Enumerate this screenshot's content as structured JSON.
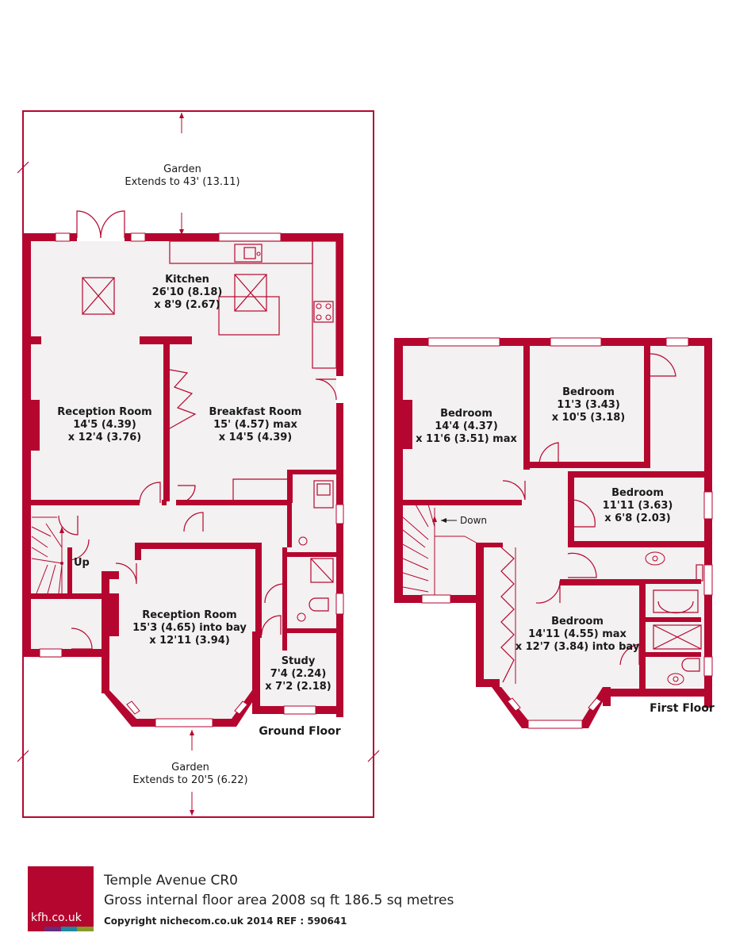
{
  "garden_rear": {
    "title": "Garden",
    "extent": "Extends to 43' (13.11)"
  },
  "garden_front": {
    "title": "Garden",
    "extent": "Extends to 20'5 (6.22)"
  },
  "ground_floor": {
    "label": "Ground Floor",
    "kitchen": {
      "name": "Kitchen",
      "dim1": "26'10 (8.18)",
      "dim2": "x 8'9 (2.67)"
    },
    "reception1": {
      "name": "Reception Room",
      "dim1": "14'5 (4.39)",
      "dim2": "x 12'4 (3.76)"
    },
    "breakfast": {
      "name": "Breakfast Room",
      "dim1": "15' (4.57) max",
      "dim2": "x 14'5 (4.39)"
    },
    "reception2": {
      "name": "Reception Room",
      "dim1": "15'3 (4.65) into bay",
      "dim2": "x 12'11 (3.94)"
    },
    "study": {
      "name": "Study",
      "dim1": "7'4 (2.24)",
      "dim2": "x 7'2 (2.18)"
    },
    "stairs_label": "Up"
  },
  "first_floor": {
    "label": "First Floor",
    "bedroom1": {
      "name": "Bedroom",
      "dim1": "14'4 (4.37)",
      "dim2": "x 11'6 (3.51) max"
    },
    "bedroom2": {
      "name": "Bedroom",
      "dim1": "11'3 (3.43)",
      "dim2": "x 10'5 (3.18)"
    },
    "bedroom3": {
      "name": "Bedroom",
      "dim1": "11'11 (3.63)",
      "dim2": "x 6'8 (2.03)"
    },
    "bedroom4": {
      "name": "Bedroom",
      "dim1": "14'11 (4.55) max",
      "dim2": "x 12'7 (3.84) into bay"
    },
    "stairs_label": "Down"
  },
  "footer": {
    "logo_text": "kfh.co.uk",
    "title": "Temple Avenue  CR0",
    "area": "Gross internal floor area 2008 sq ft 186.5 sq metres",
    "copyright": "Copyright nichecom.co.uk 2014    REF : 590641"
  },
  "colors": {
    "wall": "#b5062f",
    "floor": "#f3f1f1",
    "logo_stripes": [
      "#b5062f",
      "#6a2a7a",
      "#1e8aa0",
      "#8a9a2a"
    ]
  }
}
